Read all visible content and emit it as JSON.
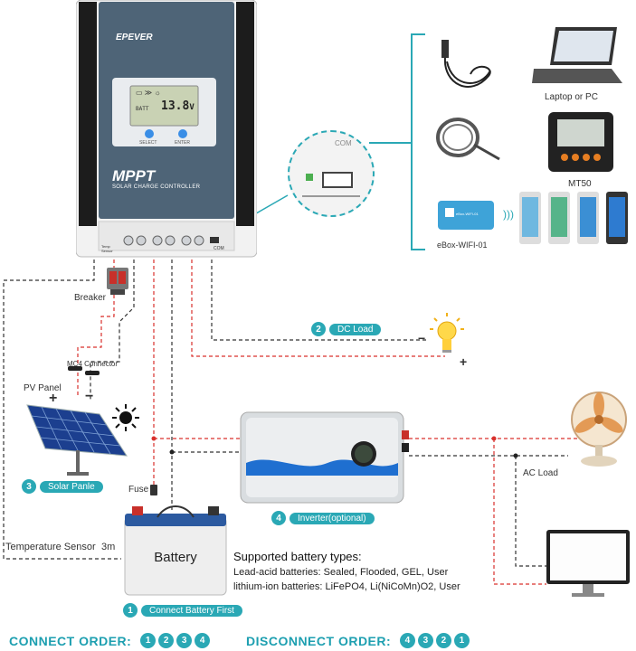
{
  "controller": {
    "brand": "EPEVER",
    "model": "MPPT",
    "subtitle": "SOLAR CHARGE CONTROLLER",
    "lcd_value": "13.8",
    "lcd_unit": "V",
    "lcd_label": "BATT",
    "select_label": "SELECT",
    "enter_label": "ENTER",
    "temp_sensor_label": "Temp Sensor",
    "com_label": "COM",
    "port_com_label": "COM"
  },
  "accessories": {
    "laptop_label": "Laptop or PC",
    "mt50_label": "MT50",
    "ebox_label": "eBox-WIFI-01",
    "ebox_device_text": "eBox-WIFI-01"
  },
  "labels": {
    "breaker": "Breaker",
    "mc4": "MC4 Connector",
    "pv_panel": "PV Panel",
    "pv_plus": "+",
    "pv_minus": "−",
    "fuse": "Fuse",
    "temp_sensor": "Temperature Sensor",
    "temp_length": "3m",
    "ac_load": "AC Load",
    "load_minus": "−",
    "load_plus": "+",
    "battery": "Battery"
  },
  "steps": [
    {
      "num": "1",
      "label": "Connect Battery First"
    },
    {
      "num": "2",
      "label": "DC Load"
    },
    {
      "num": "3",
      "label": "Solar Panle"
    },
    {
      "num": "4",
      "label": "Inverter(optional)"
    }
  ],
  "battery_types": {
    "title": "Supported battery types:",
    "lead_acid": "Lead-acid batteries: Sealed, Flooded, GEL, User",
    "lithium": "lithium-ion batteries: LiFePO4, Li(NiCoMn)O2, User"
  },
  "connect_order": {
    "label": "CONNECT ORDER:",
    "steps": [
      "1",
      "2",
      "3",
      "4"
    ]
  },
  "disconnect_order": {
    "label": "DISCONNECT ORDER:",
    "steps": [
      "4",
      "3",
      "2",
      "1"
    ]
  },
  "colors": {
    "accent": "#2aa8b5",
    "positive_wire": "#d9302c",
    "negative_wire": "#222222",
    "controller_face": "#4e6477"
  }
}
